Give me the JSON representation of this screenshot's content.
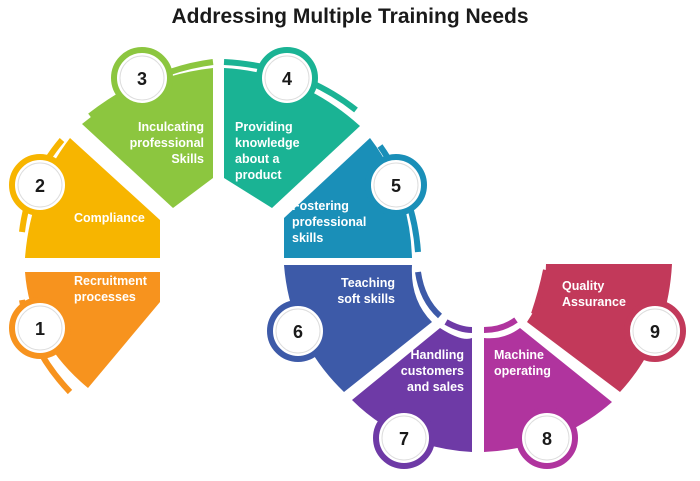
{
  "title": "Addressing Multiple Training Needs",
  "steps": [
    {
      "number": "1",
      "lines": [
        "Recruitment",
        "processes"
      ],
      "color": "#F7931E"
    },
    {
      "number": "2",
      "lines": [
        "Compliance"
      ],
      "color": "#F7B500"
    },
    {
      "number": "3",
      "lines": [
        "Inculcating",
        "professional",
        "Skills"
      ],
      "color": "#8CC63F"
    },
    {
      "number": "4",
      "lines": [
        "Providing",
        "knowledge",
        "about a",
        "product"
      ],
      "color": "#1AB394"
    },
    {
      "number": "5",
      "lines": [
        "Fostering",
        "professional",
        "skills"
      ],
      "color": "#1A8FB8"
    },
    {
      "number": "6",
      "lines": [
        "Teaching",
        "soft skills"
      ],
      "color": "#3D5AA8"
    },
    {
      "number": "7",
      "lines": [
        "Handling",
        "customers",
        "and sales"
      ],
      "color": "#6E3AA6"
    },
    {
      "number": "8",
      "lines": [
        "Machine",
        "operating"
      ],
      "color": "#B0349E"
    },
    {
      "number": "9",
      "lines": [
        "Quality",
        "Assurance"
      ],
      "color": "#C2395A"
    }
  ]
}
